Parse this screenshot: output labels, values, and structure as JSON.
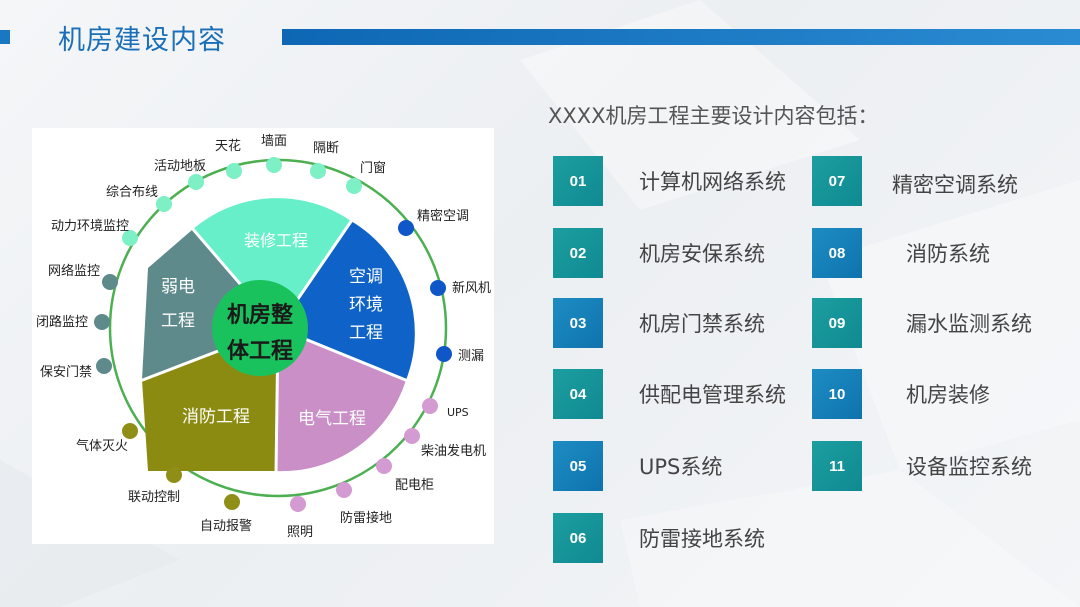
{
  "page": {
    "title": "机房建设内容"
  },
  "diagram": {
    "center_line1": "机房整",
    "center_line2": "体工程",
    "segments": [
      {
        "label": "装修工程",
        "color": "#66efc9"
      },
      {
        "label1": "空调",
        "label2": "环境",
        "label3": "工程",
        "color": "#0f63c8"
      },
      {
        "label": "电气工程",
        "color": "#c98fc6"
      },
      {
        "label": "消防工程",
        "color": "#8b8b12"
      },
      {
        "label1": "弱电",
        "label2": "工程",
        "color": "#5f8a8c"
      }
    ],
    "outer_labels": [
      "天花",
      "墙面",
      "隔断",
      "门窗",
      "精密空调",
      "新风机",
      "测漏",
      "UPS",
      "柴油发电机",
      "配电柜",
      "防雷接地",
      "照明",
      "自动报警",
      "联动控制",
      "气体灭火",
      "保安门禁",
      "闭路监控",
      "网络监控",
      "动力环境监控",
      "综合布线",
      "活动地板"
    ],
    "dot_colors": {
      "green": "#7df0c5",
      "blue": "#0f56c8",
      "pink": "#d49bd2",
      "olive": "#8f8f18",
      "gray": "#5f8a8c"
    }
  },
  "content": {
    "intro": "XXXX机房工程主要设计内容包括：",
    "items": [
      {
        "num": "01",
        "label": "计算机网络系统"
      },
      {
        "num": "02",
        "label": "机房安保系统"
      },
      {
        "num": "03",
        "label": "机房门禁系统"
      },
      {
        "num": "04",
        "label": "供配电管理系统"
      },
      {
        "num": "05",
        "label": "UPS系统"
      },
      {
        "num": "06",
        "label": "防雷接地系统"
      },
      {
        "num": "07",
        "label": "精密空调系统"
      },
      {
        "num": "08",
        "label": "消防系统"
      },
      {
        "num": "09",
        "label": "漏水监测系统"
      },
      {
        "num": "10",
        "label": "机房装修"
      },
      {
        "num": "11",
        "label": "设备监控系统"
      }
    ]
  }
}
